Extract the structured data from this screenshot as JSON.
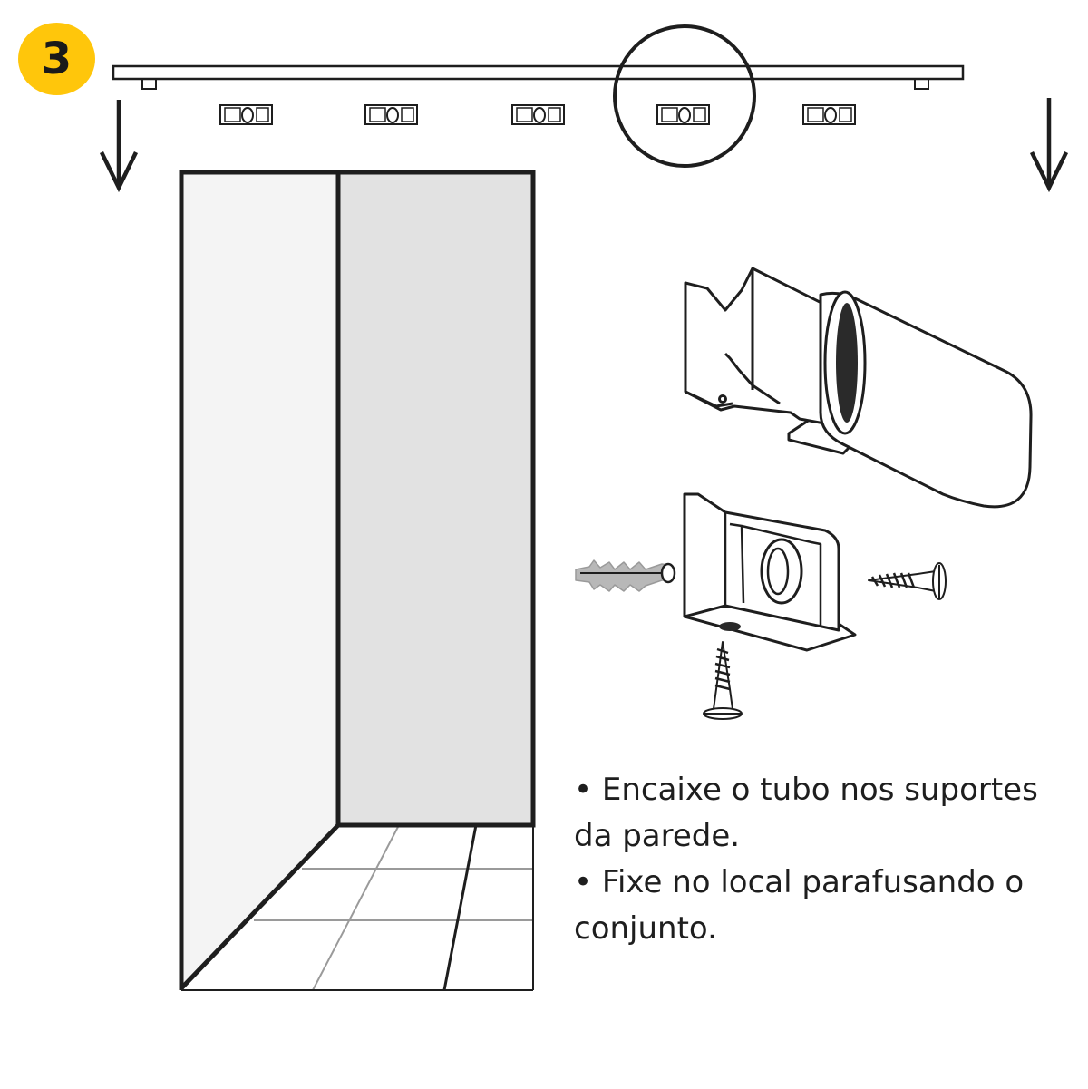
{
  "step": {
    "number": "3"
  },
  "colors": {
    "badge": "#ffc60b",
    "ink": "#1e1e1e",
    "wall_left": "#f4f4f4",
    "wall_back": "#e2e2e2",
    "dowel": "#b8b8b8",
    "dark_fill": "#2a2a2a"
  },
  "instructions": [
    "• Encaixe o tubo nos suportes da parede.",
    "• Fixe no local parafusando o conjunto."
  ],
  "icons": [
    "down-arrow-icon",
    "magnifier-circle-icon",
    "screw-icon",
    "wall-plug-icon"
  ]
}
